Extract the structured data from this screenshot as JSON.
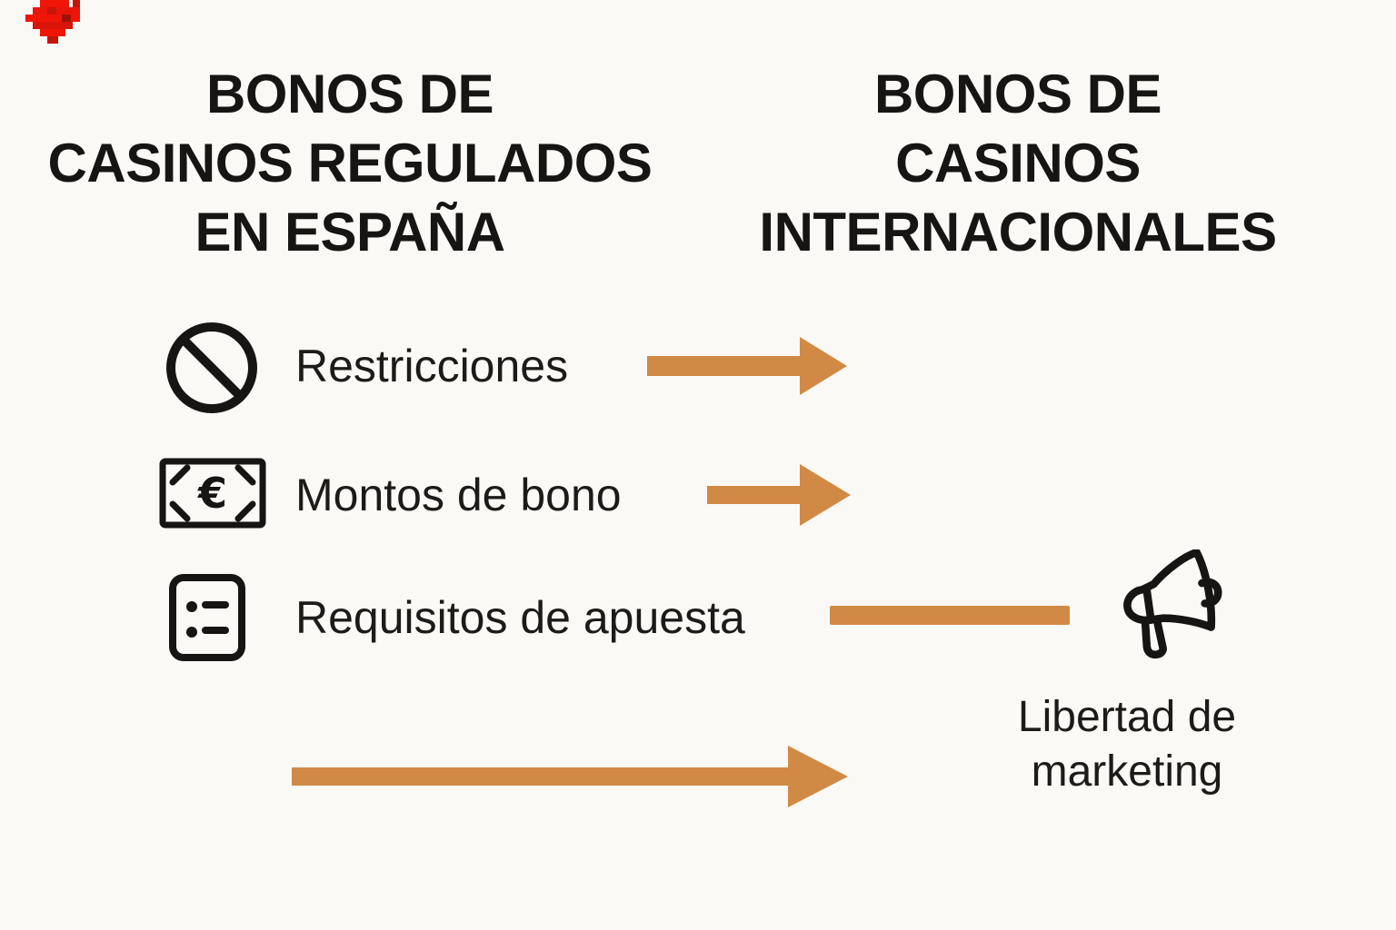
{
  "colors": {
    "background": "#fbf9f5",
    "text": "#1a1917",
    "arrow_orange": "#d18a46",
    "splatter_red": "#e8150a"
  },
  "left_column": {
    "title_lines": [
      "BONOS DE",
      "CASINOS REGULADOS",
      "EN ESPAÑA"
    ]
  },
  "right_column": {
    "title_lines": [
      "BONOS DE",
      "CASINOS",
      "INTERNACIONALES"
    ]
  },
  "items": [
    {
      "icon": "prohibited-icon",
      "label": "Restricciones"
    },
    {
      "icon": "euro-banknote-icon",
      "label": "Montos de bono"
    },
    {
      "icon": "wagering-list-icon",
      "label": "Requisitos de apuesta"
    }
  ],
  "right_item": {
    "icon": "megaphone-icon",
    "label_line1": "Libertad de",
    "label_line2": "marketing"
  },
  "glyphs": {
    "euro_symbol": "€"
  }
}
